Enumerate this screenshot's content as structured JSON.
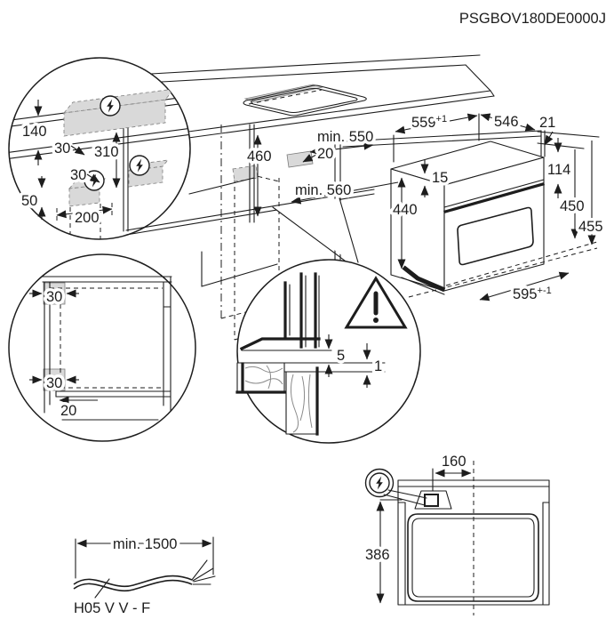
{
  "doc_code": "PSGBOV180DE0000J",
  "colors": {
    "line": "#1d1d1d",
    "outlet_zone_fill": "#d9d9d9"
  },
  "rear_rail_detail": {
    "rail_height": "140",
    "offset_top": "30",
    "outlet_zone_height": "310",
    "offset_mid": "30",
    "outlet_zone_side": "50",
    "outlet_zone_width": "200"
  },
  "niche_view": {
    "niche_height": "460",
    "depth_min": "min. 550",
    "rear_gap": "20",
    "width_min": "min. 560"
  },
  "oven_view": {
    "cutout_width": "559",
    "cutout_width_tol": "+1",
    "depth": "546",
    "rear_clearance": "21",
    "top_clearance": "15",
    "panel_height": "114",
    "body_height": "440",
    "height_to_shelf": "450",
    "overall_height": "455",
    "width": "595",
    "width_tol": "+-1"
  },
  "front_detail": {
    "offset_top": "30",
    "offset_bottom": "30",
    "recess": "20"
  },
  "gap_detail": {
    "gap_top": "5",
    "gap_bottom": "1"
  },
  "cable_detail": {
    "min_length": "min. 1500",
    "cable_type": "H05 V V - F"
  },
  "rear_panel_view": {
    "conduit_offset": "160",
    "conduit_height": "386"
  }
}
